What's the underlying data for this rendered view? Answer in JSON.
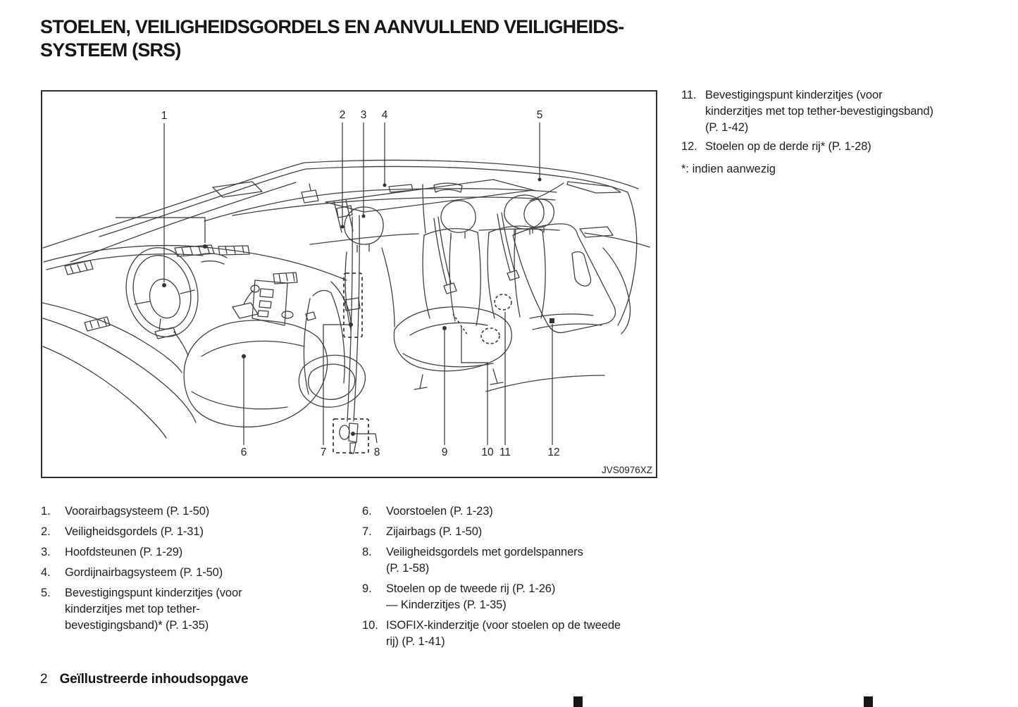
{
  "title": {
    "text": "STOELEN, VEILIGHEIDSGORDELS EN AANVULLEND VEILIGHEIDS-\nSYSTEEM (SRS)"
  },
  "figure": {
    "code": "JVS0976XZ",
    "callouts": [
      "1",
      "2",
      "3",
      "4",
      "5",
      "6",
      "7",
      "8",
      "9",
      "10",
      "11",
      "12"
    ]
  },
  "legend_right": {
    "items": [
      {
        "num": "11.",
        "text": "Bevestigingspunt kinderzitjes (voor\nkinderzitjes met top tether-bevestigingsband)\n(P. 1-42)"
      },
      {
        "num": "12.",
        "text": "Stoelen op de derde rij* (P. 1-28)"
      }
    ],
    "footnote": "*: indien aanwezig"
  },
  "legend_bottom_left": {
    "items": [
      {
        "num": "1.",
        "text": "Voorairbagsysteem (P. 1-50)"
      },
      {
        "num": "2.",
        "text": "Veiligheidsgordels (P. 1-31)"
      },
      {
        "num": "3.",
        "text": "Hoofdsteunen (P. 1-29)"
      },
      {
        "num": "4.",
        "text": "Gordijnairbagsysteem (P. 1-50)"
      },
      {
        "num": "5.",
        "text": "Bevestigingspunt kinderzitjes (voor\nkinderzitjes met top tether-\nbevestigingsband)* (P. 1-35)"
      }
    ]
  },
  "legend_bottom_right": {
    "items": [
      {
        "num": "6.",
        "text": "Voorstoelen (P. 1-23)"
      },
      {
        "num": "7.",
        "text": "Zijairbags (P. 1-50)"
      },
      {
        "num": "8.",
        "text": "Veiligheidsgordels met gordelspanners\n(P. 1-58)"
      },
      {
        "num": "9.",
        "text": "Stoelen op de tweede rij (P. 1-26)\n— Kinderzitjes (P. 1-35)"
      },
      {
        "num": "10.",
        "text": "ISOFIX-kinderzitje (voor stoelen op de tweede\nrij) (P. 1-41)"
      }
    ]
  },
  "footer": {
    "page_number": "2",
    "section_title": "Geïllustreerde inhoudsopgave"
  },
  "colors": {
    "ink": "#1e1e1e",
    "line_art": "#3f3f3f"
  }
}
